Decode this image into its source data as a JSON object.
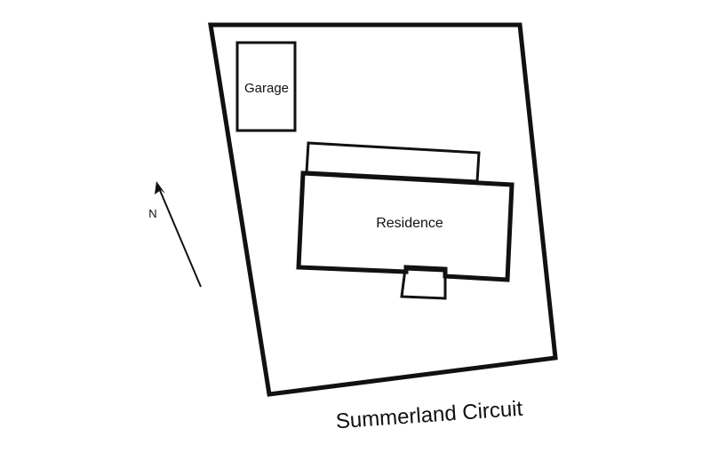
{
  "labels": {
    "garage": "Garage",
    "residence": "Residence",
    "north": "N",
    "street": "Summerland Circuit"
  },
  "colors": {
    "line": "#111111",
    "background": "#ffffff"
  }
}
